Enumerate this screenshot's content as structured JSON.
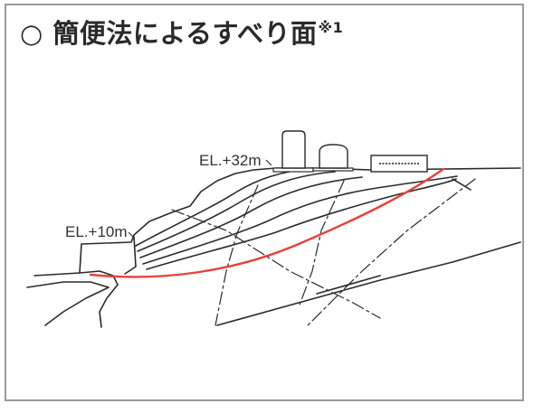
{
  "title": {
    "text": "○ 簡便法によるすべり面",
    "note": "※1"
  },
  "labels": {
    "el_upper": "EL.+32m",
    "el_lower": "EL.+10m"
  },
  "colors": {
    "slip_surface": "#e8413b",
    "line": "#2b2b2b",
    "frame": "#9a9a9a"
  }
}
